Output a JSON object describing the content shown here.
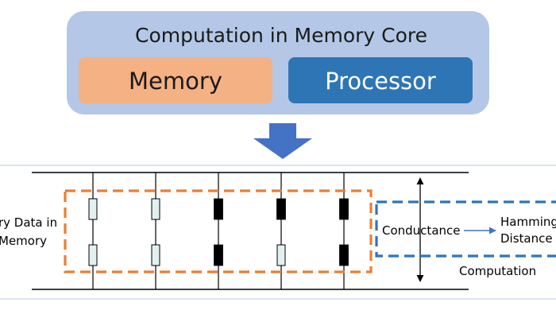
{
  "core": {
    "title": "Computation in Memory Core",
    "memory_label": "Memory",
    "processor_label": "Processor",
    "colors": {
      "panel_fill": "#b4c7e7",
      "memory_fill": "#f4b183",
      "processor_fill": "#2e75b6",
      "processor_text": "#ffffff"
    }
  },
  "arrow": {
    "color": "#4472c4"
  },
  "crossbar": {
    "data_label_line1": "ry Data in",
    "data_label_line2": "Memory",
    "conductance_label": "Conductance",
    "hamming_line1": "Hamming",
    "hamming_line2": "Distance",
    "computation_label": "Computation",
    "columns": [
      {
        "top": "low",
        "bottom": "low"
      },
      {
        "top": "low",
        "bottom": "low"
      },
      {
        "top": "high",
        "bottom": "high"
      },
      {
        "top": "high",
        "bottom": "low"
      },
      {
        "top": "high",
        "bottom": "high"
      }
    ],
    "colors": {
      "memory_dash": "#ed7d31",
      "computation_dash": "#2e75b6",
      "low_fill": "#e2f0f0",
      "high_fill": "#000000",
      "arrow": "#4472c4",
      "band": "#dae3f3"
    }
  }
}
